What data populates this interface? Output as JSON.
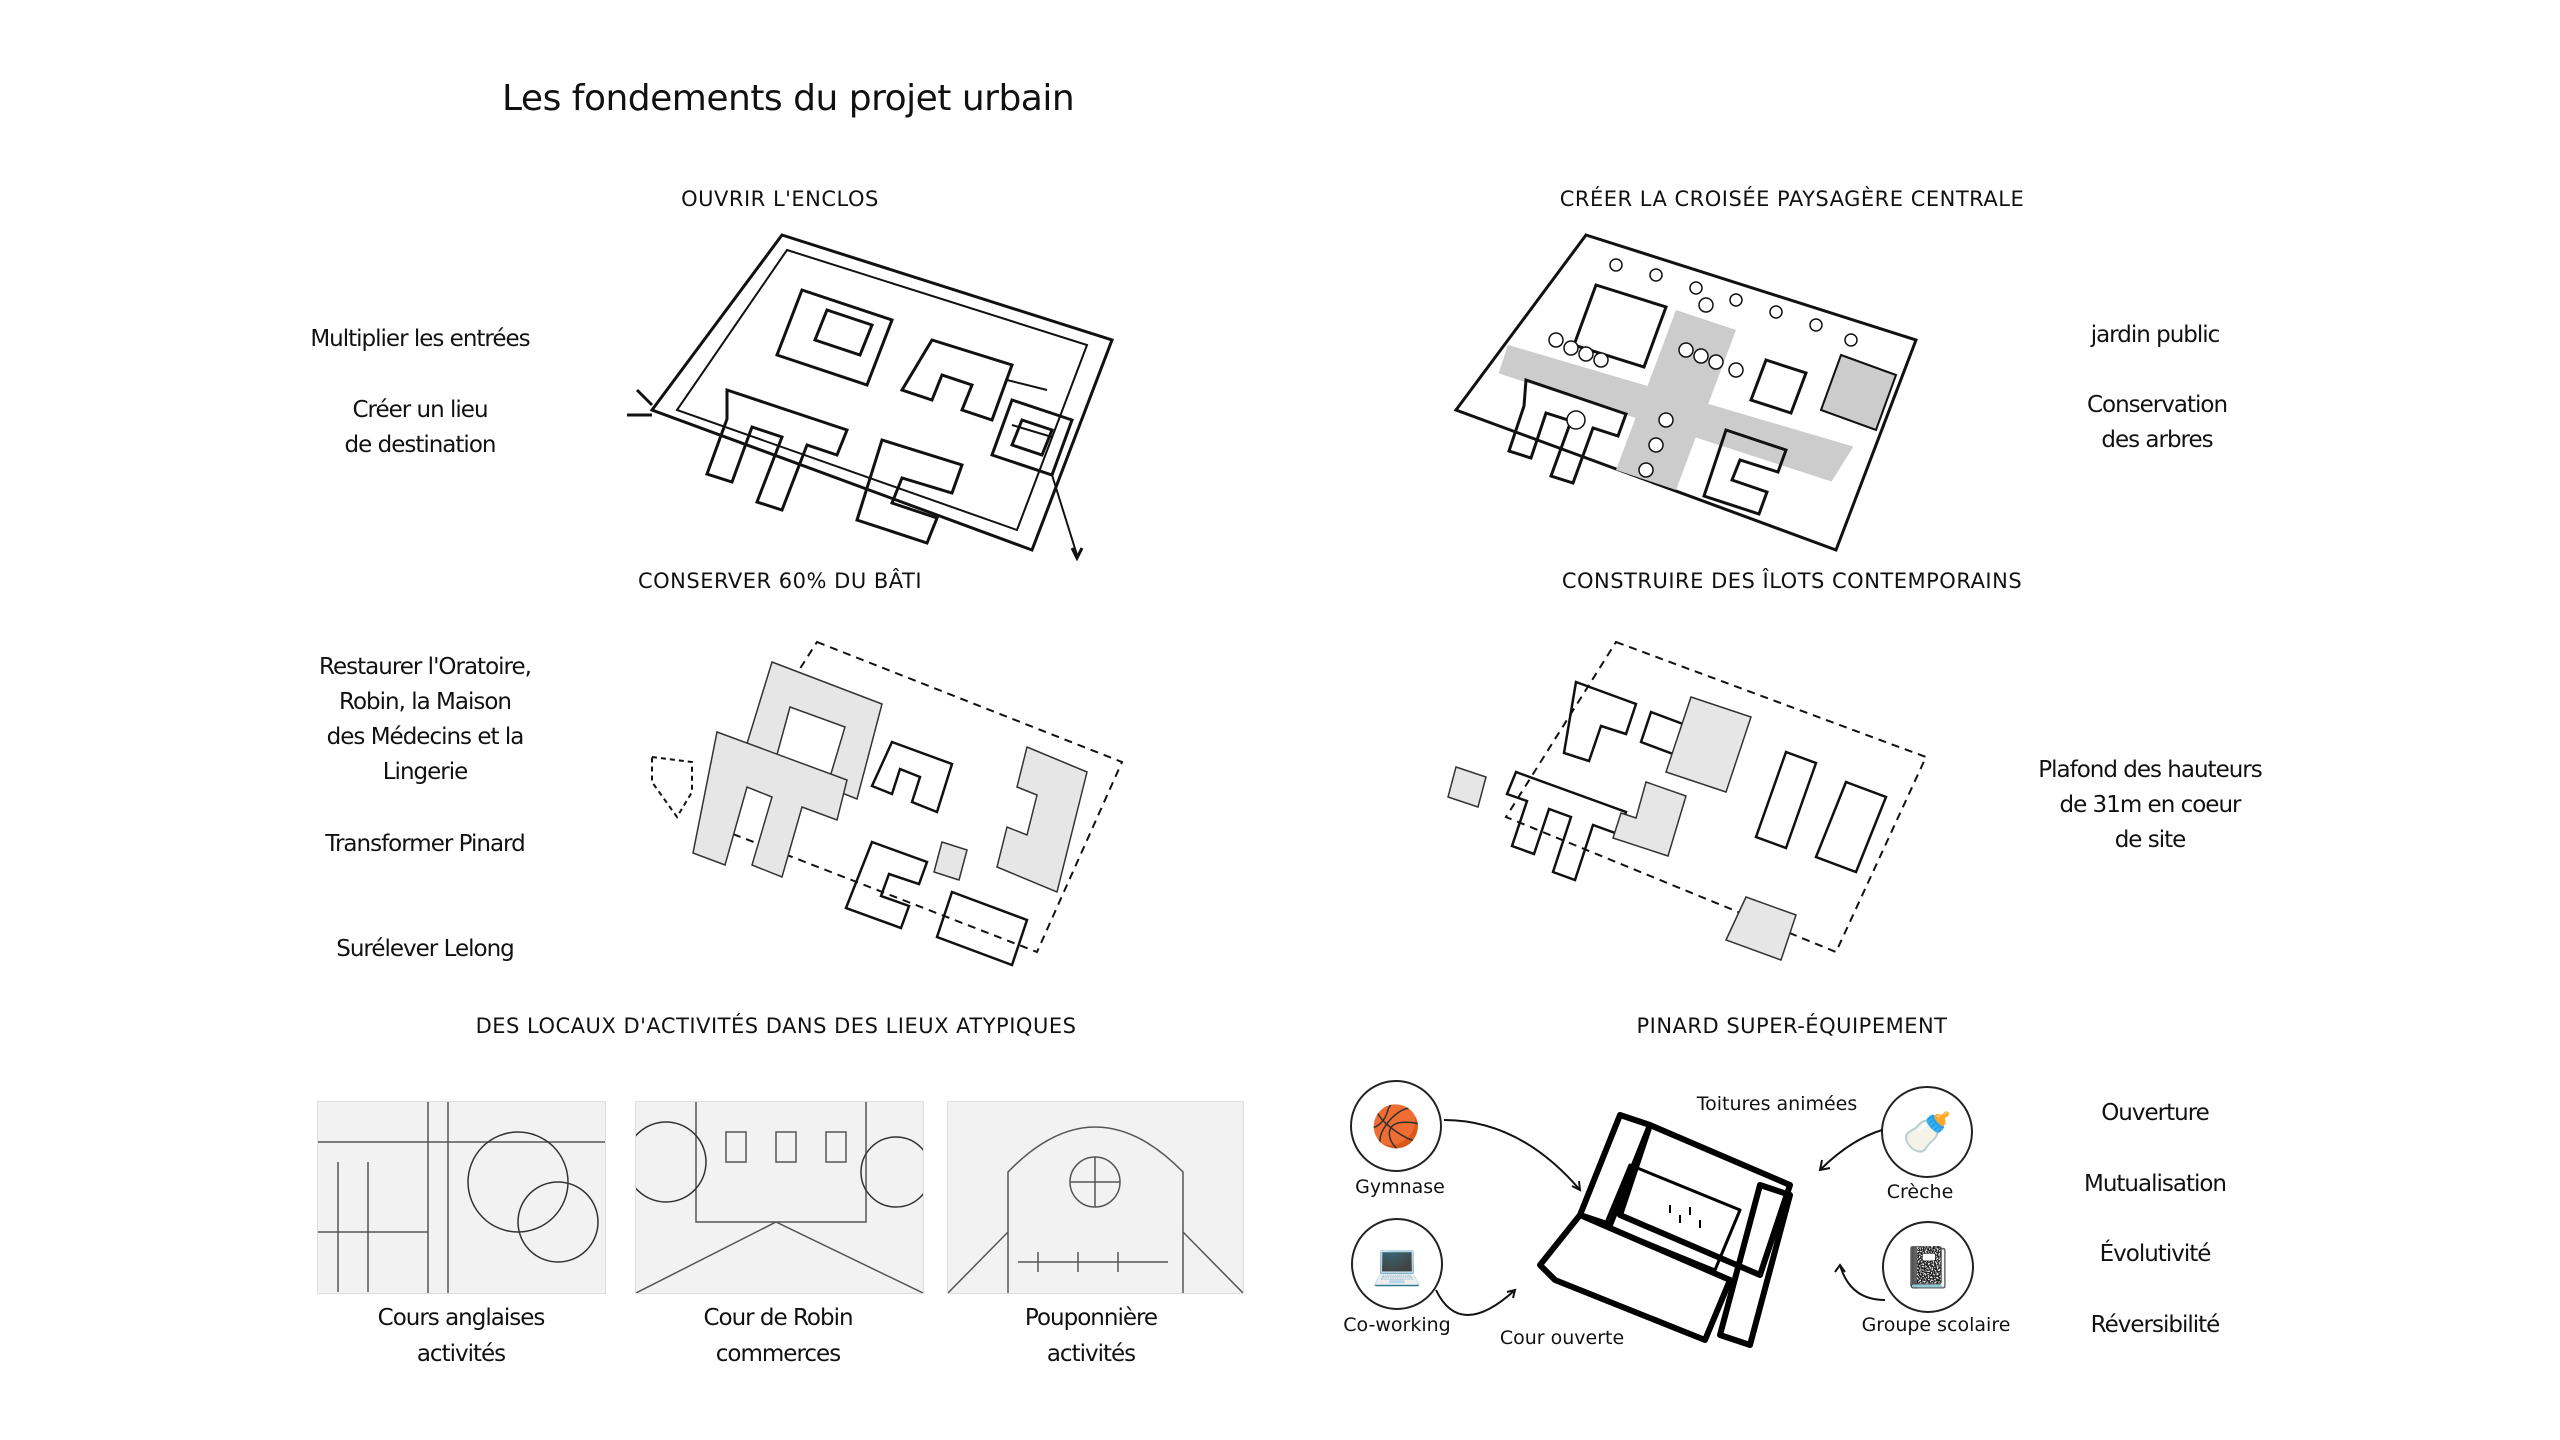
{
  "title": "Les fondements du projet urbain",
  "sections": {
    "enclos": {
      "heading": "OUVRIR L'ENCLOS",
      "notes": [
        "Multiplier les entrées",
        "Créer un lieu",
        "de destination"
      ]
    },
    "croisee": {
      "heading": "CRÉER LA CROISÉE PAYSAGÈRE CENTRALE",
      "notes": [
        "jardin public",
        "Conservation",
        "des arbres"
      ]
    },
    "bati": {
      "heading": "CONSERVER 60% DU BÂTI",
      "notes": [
        "Restaurer l'Oratoire,",
        "Robin, la Maison",
        "des Médecins et la",
        "Lingerie",
        "Transformer Pinard",
        "Surélever Lelong"
      ]
    },
    "ilots": {
      "heading": "CONSTRUIRE DES ÎLOTS CONTEMPORAINS",
      "notes": [
        "Plafond des hauteurs",
        "de 31m en coeur",
        "de site"
      ]
    },
    "locaux": {
      "heading": "DES LOCAUX D'ACTIVITÉS DANS DES LIEUX ATYPIQUES",
      "photos": [
        {
          "line1": "Cours anglaises",
          "line2": "activités"
        },
        {
          "line1": "Cour de Robin",
          "line2": "commerces"
        },
        {
          "line1": "Pouponnière",
          "line2": "activités"
        }
      ]
    },
    "pinard": {
      "heading": "PINARD SUPER-ÉQUIPEMENT",
      "labels": {
        "roofs": "Toitures animées",
        "court": "Cour ouverte",
        "gym": "Gymnase",
        "cowork": "Co-working",
        "creche": "Crèche",
        "school": "Groupe scolaire"
      },
      "icons": {
        "gym": "sports-balls-icon",
        "cowork": "desk-lamp-icon",
        "creche": "baby-bottle-icon",
        "school": "notebook-pencil-icon"
      },
      "values": [
        "Ouverture",
        "Mutualisation",
        "Évolutivité",
        "Réversibilité"
      ]
    }
  }
}
